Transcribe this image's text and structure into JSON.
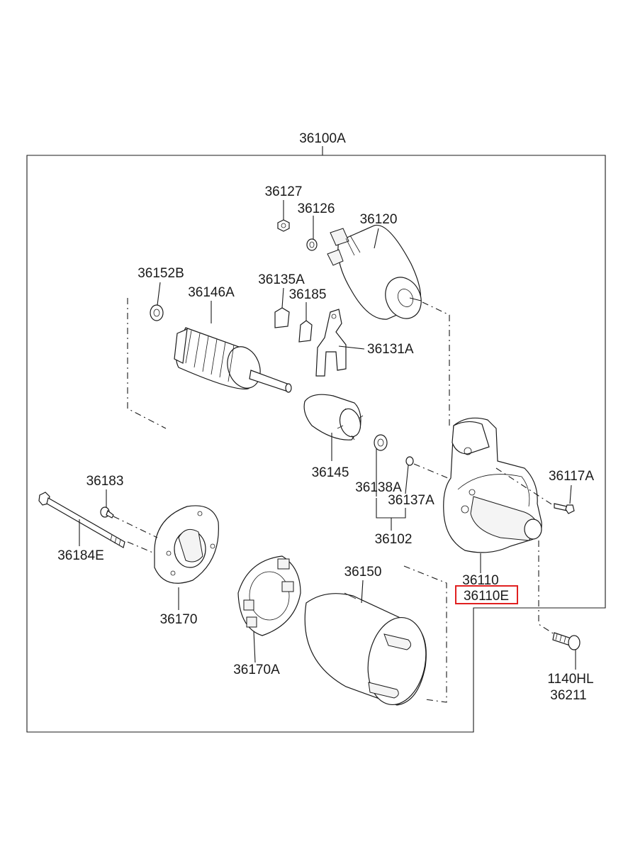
{
  "labels": {
    "assembly": "36100A",
    "p36127": "36127",
    "p36126": "36126",
    "p36120": "36120",
    "p36152B": "36152B",
    "p36146A": "36146A",
    "p36135A": "36135A",
    "p36185": "36185",
    "p36131A": "36131A",
    "p36145": "36145",
    "p36138A": "36138A",
    "p36137A": "36137A",
    "p36102": "36102",
    "p36117A": "36117A",
    "p36183": "36183",
    "p36184E": "36184E",
    "p36170": "36170",
    "p36170A": "36170A",
    "p36150": "36150",
    "p36110": "36110",
    "p36110E": "36110E",
    "p1140HL": "1140HL",
    "p36211": "36211"
  },
  "highlighted_part": "36110E",
  "highlight_color": "#e02020"
}
